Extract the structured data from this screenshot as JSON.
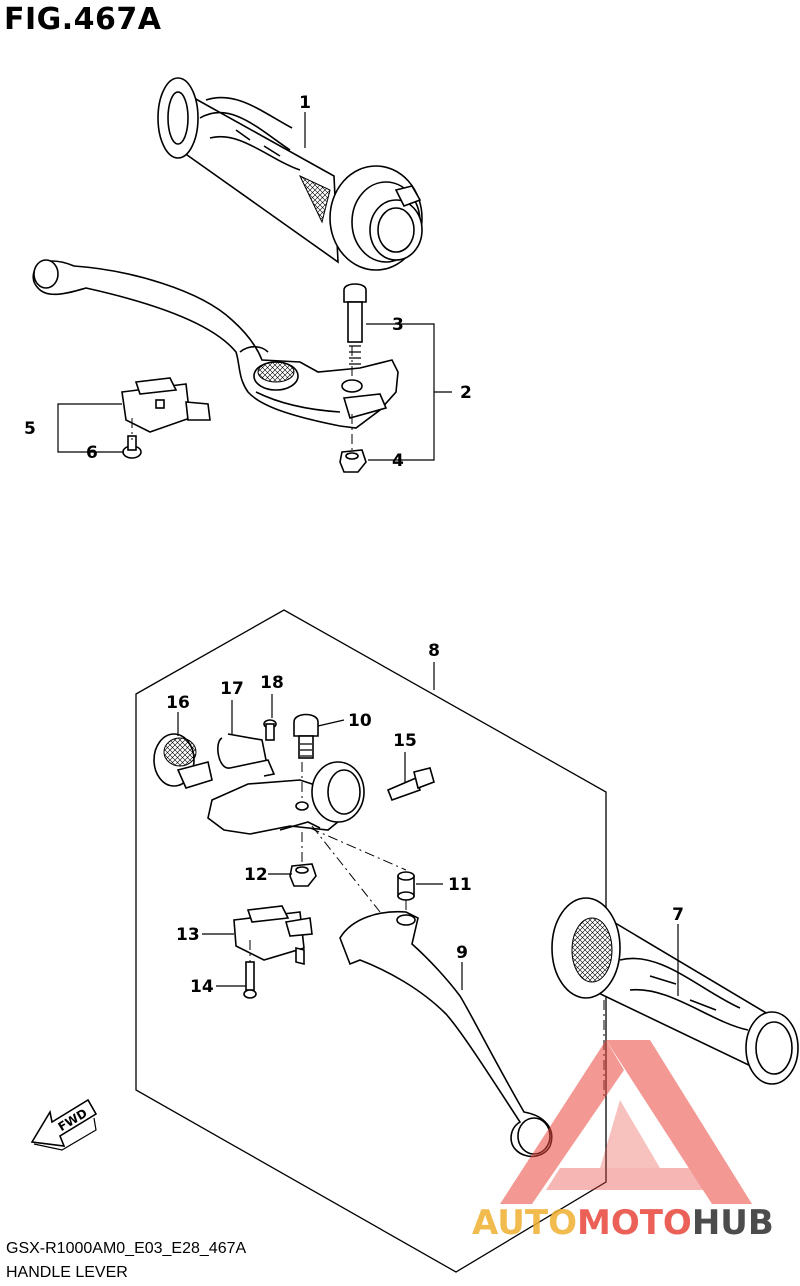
{
  "figure": {
    "title": "FIG.467A",
    "model_code": "GSX-R1000AM0_E03_E28_467A",
    "section_name": "HANDLE LEVER"
  },
  "callouts": [
    "1",
    "2",
    "3",
    "4",
    "5",
    "6",
    "7",
    "8",
    "9",
    "10",
    "11",
    "12",
    "13",
    "14",
    "15",
    "16",
    "17",
    "18"
  ],
  "direction_badge": "FWD",
  "watermark": {
    "part1": "AUTO",
    "part2": "MOTO",
    "part3": "HUB",
    "colors": {
      "auto": "#f0b030",
      "moto": "#e8463c",
      "hub": "#2d2d2d",
      "triangle": "#e8463c"
    }
  }
}
